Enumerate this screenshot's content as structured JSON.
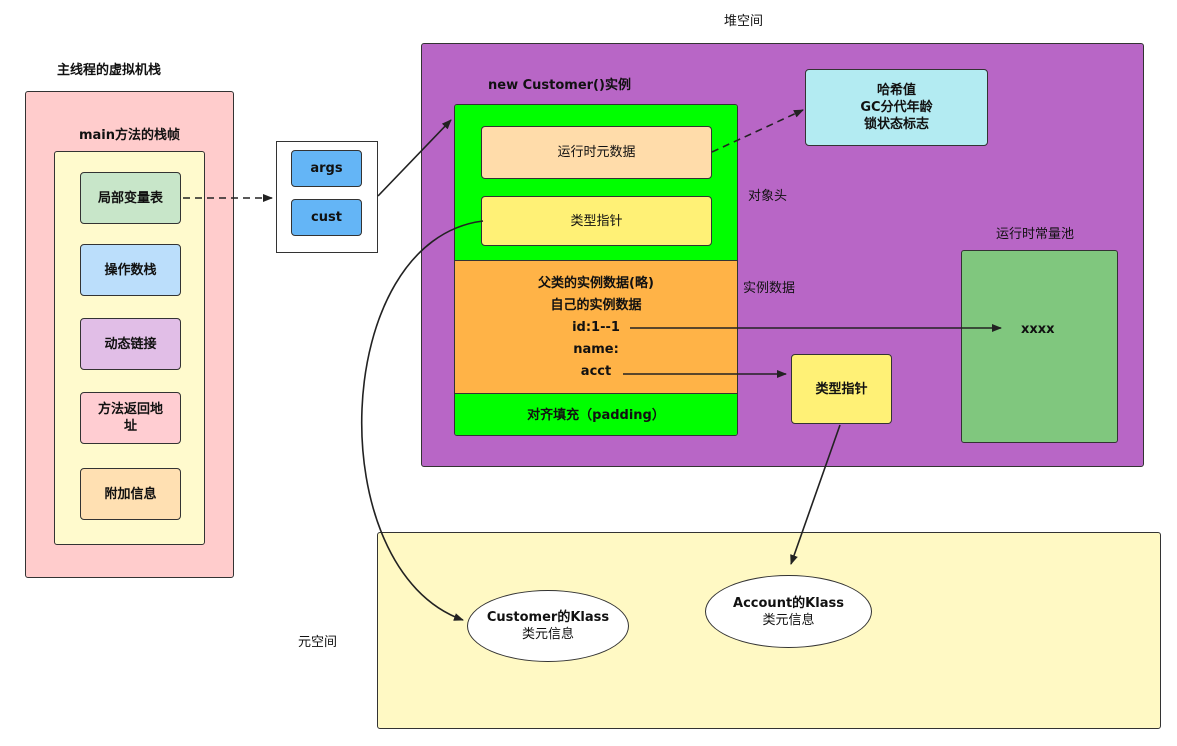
{
  "heap": {
    "title": "堆空间",
    "object_title": "new Customer()实例",
    "runtime_metadata": "运行时元数据",
    "type_pointer": "类型指针",
    "object_header_label": "对象头",
    "mark_info": [
      "哈希值",
      "GC分代年龄",
      "锁状态标志"
    ],
    "instance_lines": [
      "父类的实例数据(略)",
      "自己的实例数据",
      "id:1--1",
      "name:",
      "acct"
    ],
    "instance_data_label": "实例数据",
    "padding": "对齐填充（padding）",
    "constant_pool_title": "运行时常量池",
    "constant_pool_item": "xxxx",
    "account_type_pointer": "类型指针"
  },
  "stack": {
    "title": "主线程的虚拟机栈",
    "frame_title": "main方法的栈帧",
    "items": [
      "局部变量表",
      "操作数栈",
      "动态链接",
      "方法返回地\n址",
      "附加信息"
    ],
    "vars": [
      "args",
      "cust"
    ]
  },
  "metaspace": {
    "title": "元空间",
    "customer_klass": [
      "Customer的Klass",
      "类元信息"
    ],
    "account_klass": [
      "Account的Klass",
      "类元信息"
    ]
  },
  "colors": {
    "heap_bg": "#b866c6",
    "object_green": "#00ff00",
    "instance_orange": "#ffb347",
    "metadata_peach": "#ffdcaa",
    "pointer_yellow": "#fff176",
    "mark_cyan": "#b3ebf2",
    "pool_green": "#80c77e",
    "stack_pink": "#ffcccc",
    "frame_yellow": "#fffacd",
    "var_blue": "#64b5f6",
    "metaspace_yellow": "#fff9c4"
  }
}
